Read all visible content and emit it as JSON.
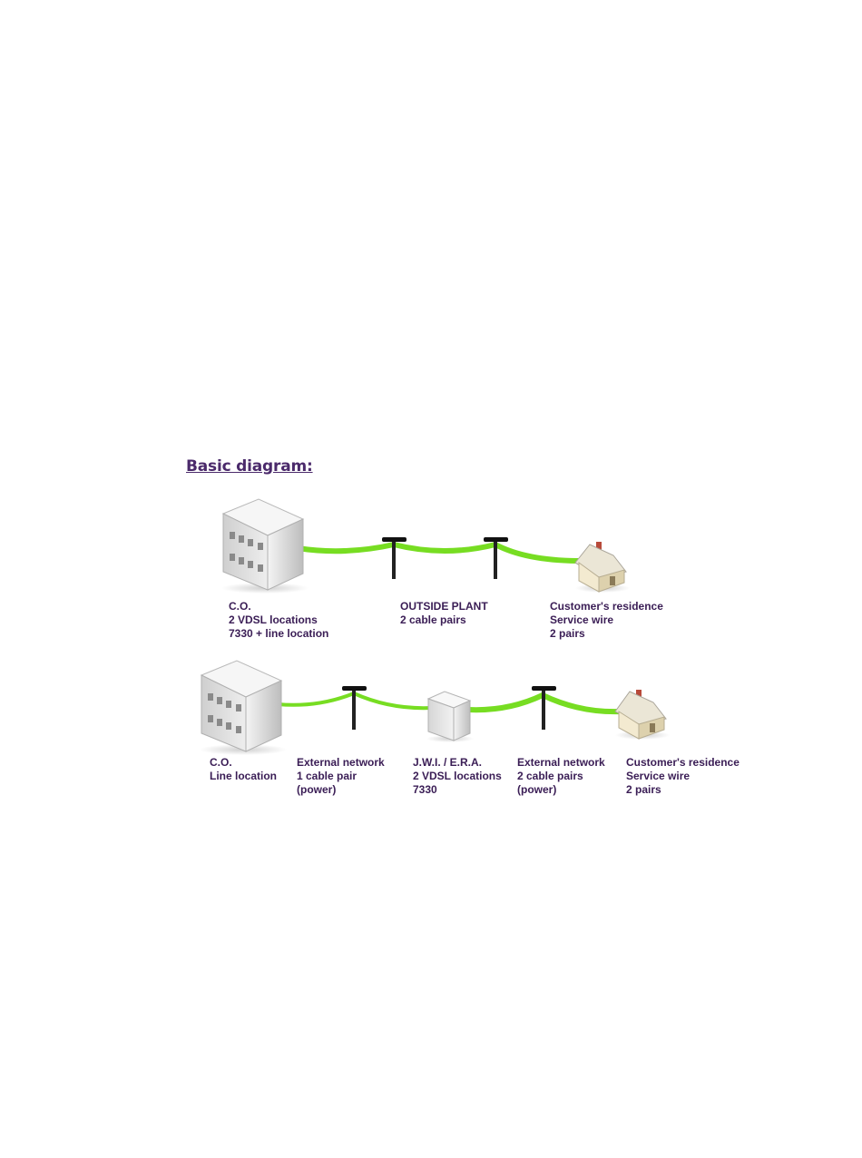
{
  "title": "Basic diagram:",
  "colors": {
    "title": "#4b2a6b",
    "label": "#3a1d55",
    "cable": "#77dd22",
    "building": "#d8d8d8",
    "house_roof": "#e8e2cf"
  },
  "diagram1": {
    "co": {
      "line1": "C.O.",
      "line2": "2 VDSL locations",
      "line3": "7330 + line location"
    },
    "outside_plant": {
      "line1": "OUTSIDE PLANT",
      "line2": "2 cable pairs"
    },
    "customer": {
      "line1": "Customer's residence",
      "line2": "Service wire",
      "line3": "2 pairs"
    }
  },
  "diagram2": {
    "co": {
      "line1": "C.O.",
      "line2": "Line location"
    },
    "external1": {
      "line1": "External network",
      "line2": "1 cable pair",
      "line3": "(power)"
    },
    "jwi": {
      "line1": "J.W.I. / E.R.A.",
      "line2": "2 VDSL locations",
      "line3": "7330"
    },
    "external2": {
      "line1": "External network",
      "line2": "2 cable pairs",
      "line3": "(power)"
    },
    "customer": {
      "line1": "Customer's residence",
      "line2": "Service wire",
      "line3": "2 pairs"
    }
  }
}
